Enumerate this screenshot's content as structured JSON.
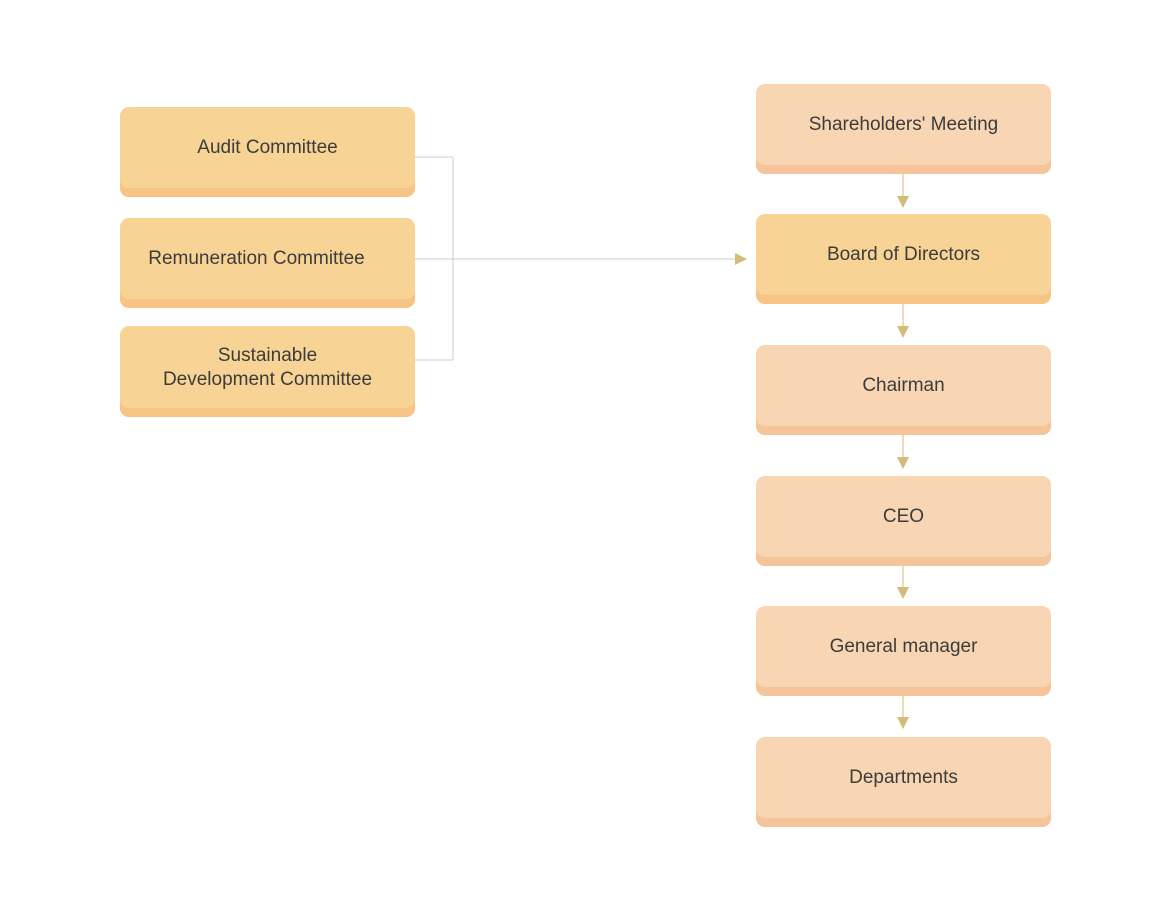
{
  "committees": [
    {
      "id": "audit",
      "label": "Audit Committee"
    },
    {
      "id": "remuneration",
      "label": "Remuneration Committee"
    },
    {
      "id": "sustainable",
      "label_line1": "Sustainable",
      "label_line2": "Development Committee"
    }
  ],
  "hierarchy": [
    {
      "id": "shareholders",
      "label": "Shareholders' Meeting"
    },
    {
      "id": "board",
      "label": "Board of Directors"
    },
    {
      "id": "chairman",
      "label": "Chairman"
    },
    {
      "id": "ceo",
      "label": "CEO"
    },
    {
      "id": "general-manager",
      "label": "General manager"
    },
    {
      "id": "departments",
      "label": "Departments"
    }
  ],
  "colors": {
    "committee_fill": "#f8d396",
    "hierarchy_fill": "#f8d6b4",
    "arrow": "#d4bb7a",
    "connector_line": "#cccccc"
  },
  "edges": [
    {
      "from": "committees",
      "to": "board"
    },
    {
      "from": "shareholders",
      "to": "board"
    },
    {
      "from": "board",
      "to": "chairman"
    },
    {
      "from": "chairman",
      "to": "ceo"
    },
    {
      "from": "ceo",
      "to": "general-manager"
    },
    {
      "from": "general-manager",
      "to": "departments"
    }
  ]
}
